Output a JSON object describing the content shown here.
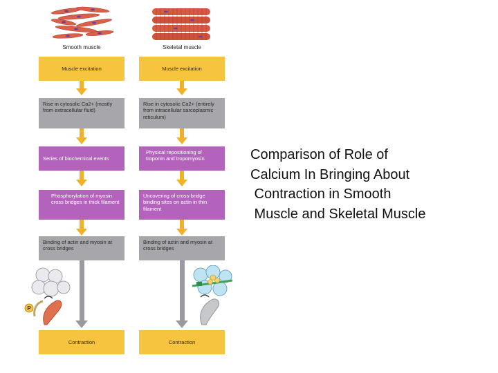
{
  "smooth": {
    "label": "Smooth muscle",
    "excitation": "Muscle excitation",
    "calcium": "Rise in cytosolic Ca2+ (mostly from extracellular fluid)",
    "events": "Series of biochemical events",
    "phosphorylation": "Phosphorylation of myosin cross bridges in thick filament",
    "binding": "Binding of actin and myosin at cross bridges",
    "contraction": "Contraction",
    "p_badge": "P"
  },
  "skeletal": {
    "label": "Skeletal muscle",
    "excitation": "Muscle excitation",
    "calcium": "Rise in cytosolic Ca2+ (entirely from intracellular sarcoplasmic reticulum)",
    "repositioning": "Physical repositioning of troponin and tropomyosin",
    "uncovering": "Uncovering of cross-bridge binding sites on actin in thin filament",
    "binding": "Binding of actin and myosin at cross bridges",
    "contraction": "Contraction"
  },
  "caption": {
    "line1": "Comparison of Role of",
    "line2": "Calcium In Bringing About",
    "line3": " Contraction in Smooth",
    "line4": " Muscle and Skeletal Muscle"
  },
  "colors": {
    "yellow": "#f7c440",
    "gray": "#a7a7ab",
    "purple": "#b463bd",
    "arrow": "#f0b12b"
  }
}
